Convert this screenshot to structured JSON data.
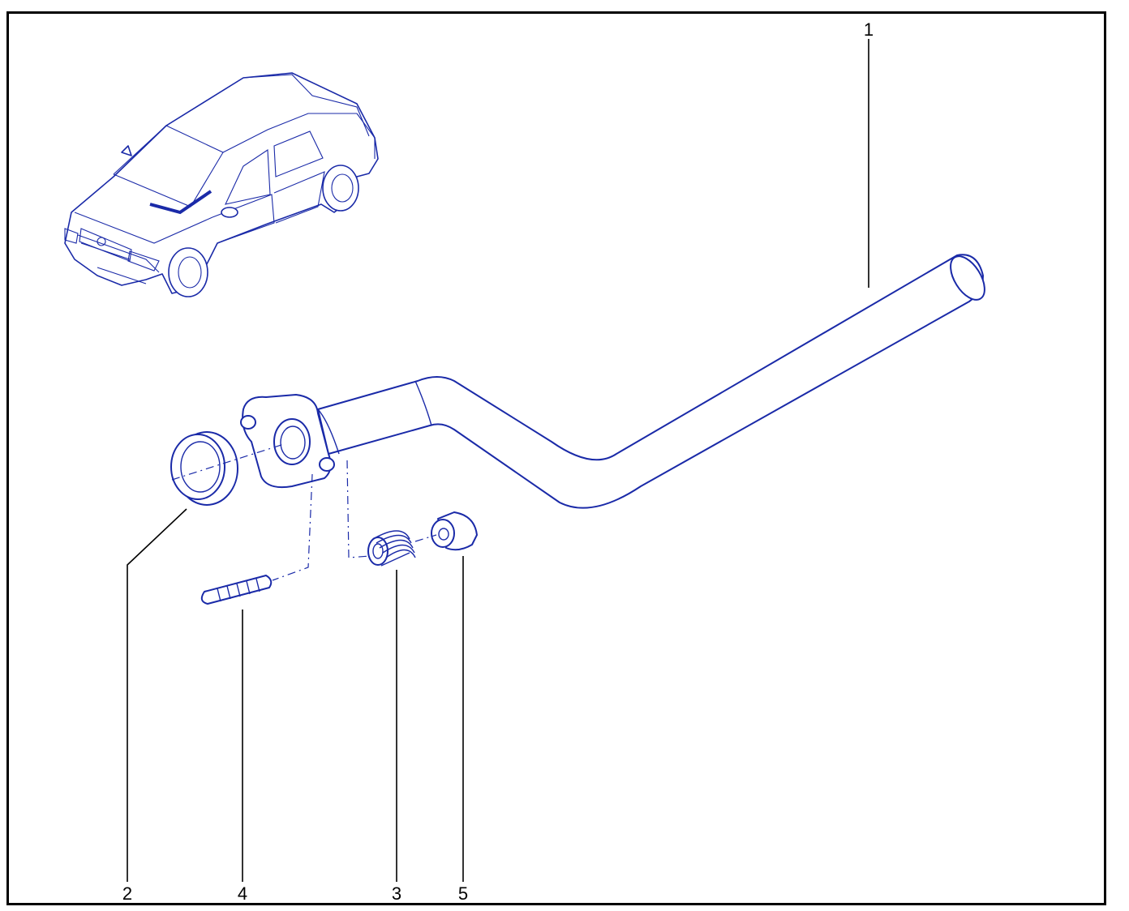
{
  "diagram": {
    "line_color": "#1a2aa8",
    "callouts": [
      {
        "id": "part-1",
        "label": "1"
      },
      {
        "id": "part-2",
        "label": "2"
      },
      {
        "id": "part-4",
        "label": "4"
      },
      {
        "id": "part-3",
        "label": "3"
      },
      {
        "id": "part-5",
        "label": "5"
      }
    ]
  }
}
